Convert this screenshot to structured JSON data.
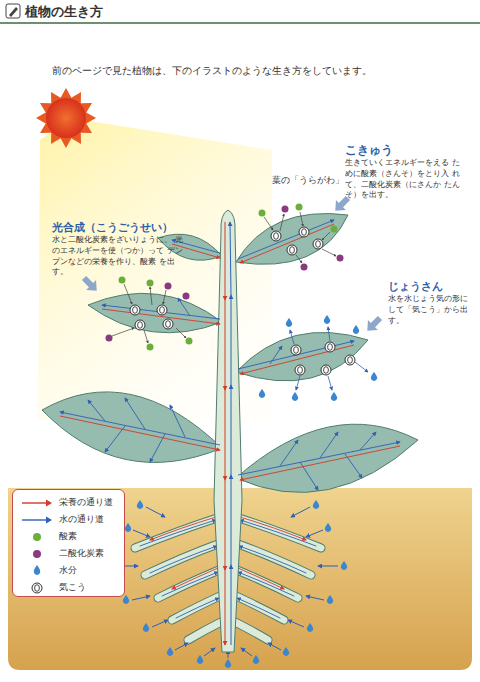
{
  "diagram": {
    "title": "植物の生き方",
    "labels": [
      "前のページで見た植物は、下のイラストのような生き方をしています。",
      "こきゅう",
      "生きていくエネルギーをえる ために酸素（さんそ）をとり入 れて、二酸化炭素（にさんか たんそ）を出す。",
      "葉の「うらがわ」",
      "光合成（こうごうせい）",
      "水と二酸化炭素をざいりょうに、 光のエネルギーを使（つか）って デンプンなどの栄養を作り、酸素 を出す。",
      "じょうさん",
      "水を水じょう気の形に して「気こう」から出す。"
    ],
    "legend": [
      {
        "text": "栄養の通り道"
      },
      {
        "text": "水の通り道"
      },
      {
        "text": "酸素",
        "color": "#6cae3c"
      },
      {
        "text": "二酸化炭素",
        "color": "#8a3a80"
      },
      {
        "text": "水分"
      },
      {
        "text": "気こう"
      }
    ]
  }
}
